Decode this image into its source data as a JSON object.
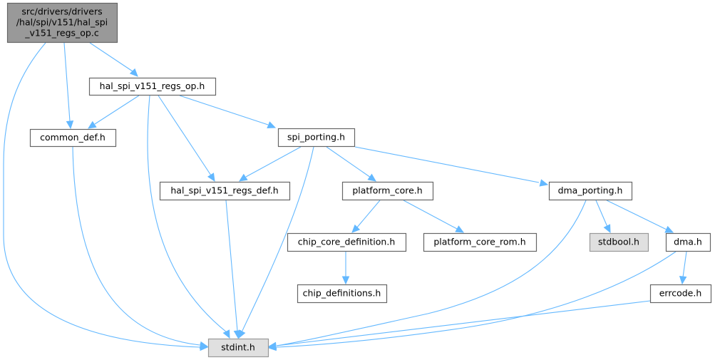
{
  "diagram": {
    "type": "include-dependency-graph",
    "colors": {
      "edge": "#63b8ff",
      "root_fill": "#999999",
      "root_border": "#666666",
      "node_fill": "#ffffff",
      "node_border": "#666666",
      "external_fill": "#e0e0e0",
      "external_border": "#999999"
    },
    "nodes": [
      {
        "id": "root",
        "lines": [
          "src/drivers/drivers",
          "/hal/spi/v151/hal_spi",
          "_v151_regs_op.c"
        ],
        "kind": "root"
      },
      {
        "id": "regs_op_h",
        "lines": [
          "hal_spi_v151_regs_op.h"
        ],
        "kind": "normal"
      },
      {
        "id": "common_def_h",
        "lines": [
          "common_def.h"
        ],
        "kind": "normal"
      },
      {
        "id": "spi_porting_h",
        "lines": [
          "spi_porting.h"
        ],
        "kind": "normal"
      },
      {
        "id": "regs_def_h",
        "lines": [
          "hal_spi_v151_regs_def.h"
        ],
        "kind": "normal"
      },
      {
        "id": "platform_core_h",
        "lines": [
          "platform_core.h"
        ],
        "kind": "normal"
      },
      {
        "id": "dma_porting_h",
        "lines": [
          "dma_porting.h"
        ],
        "kind": "normal"
      },
      {
        "id": "chip_core_definition_h",
        "lines": [
          "chip_core_definition.h"
        ],
        "kind": "normal"
      },
      {
        "id": "platform_core_rom_h",
        "lines": [
          "platform_core_rom.h"
        ],
        "kind": "normal"
      },
      {
        "id": "stdbool_h",
        "lines": [
          "stdbool.h"
        ],
        "kind": "external"
      },
      {
        "id": "dma_h",
        "lines": [
          "dma.h"
        ],
        "kind": "normal"
      },
      {
        "id": "chip_definitions_h",
        "lines": [
          "chip_definitions.h"
        ],
        "kind": "normal"
      },
      {
        "id": "errcode_h",
        "lines": [
          "errcode.h"
        ],
        "kind": "normal"
      },
      {
        "id": "stdint_h",
        "lines": [
          "stdint.h"
        ],
        "kind": "external"
      }
    ],
    "edges": [
      {
        "from": "root",
        "to": "regs_op_h"
      },
      {
        "from": "root",
        "to": "common_def_h"
      },
      {
        "from": "root",
        "to": "stdint_h"
      },
      {
        "from": "regs_op_h",
        "to": "common_def_h"
      },
      {
        "from": "regs_op_h",
        "to": "spi_porting_h"
      },
      {
        "from": "regs_op_h",
        "to": "regs_def_h"
      },
      {
        "from": "regs_op_h",
        "to": "stdint_h"
      },
      {
        "from": "common_def_h",
        "to": "stdint_h"
      },
      {
        "from": "spi_porting_h",
        "to": "regs_def_h"
      },
      {
        "from": "spi_porting_h",
        "to": "platform_core_h"
      },
      {
        "from": "spi_porting_h",
        "to": "dma_porting_h"
      },
      {
        "from": "spi_porting_h",
        "to": "stdint_h"
      },
      {
        "from": "regs_def_h",
        "to": "stdint_h"
      },
      {
        "from": "platform_core_h",
        "to": "chip_core_definition_h"
      },
      {
        "from": "platform_core_h",
        "to": "platform_core_rom_h"
      },
      {
        "from": "chip_core_definition_h",
        "to": "chip_definitions_h"
      },
      {
        "from": "dma_porting_h",
        "to": "stdbool_h"
      },
      {
        "from": "dma_porting_h",
        "to": "dma_h"
      },
      {
        "from": "dma_porting_h",
        "to": "stdint_h"
      },
      {
        "from": "dma_h",
        "to": "errcode_h"
      },
      {
        "from": "dma_h",
        "to": "stdint_h"
      },
      {
        "from": "errcode_h",
        "to": "stdint_h"
      }
    ]
  }
}
